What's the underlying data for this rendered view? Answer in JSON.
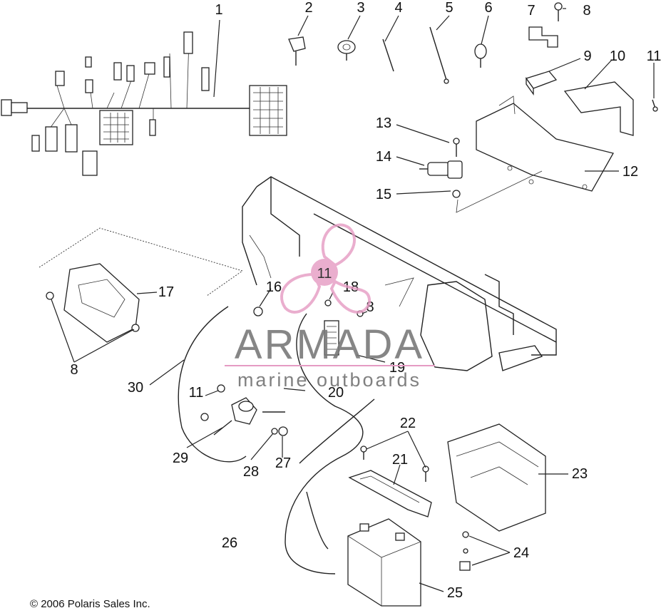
{
  "watermark": {
    "brand": "ARMADA",
    "tagline": "marine outboards",
    "badge": "11",
    "accent_color": "#e59bc3"
  },
  "copyright": "© 2006 Polaris Sales Inc.",
  "callouts": {
    "c1": "1",
    "c2": "2",
    "c3": "3",
    "c4": "4",
    "c5": "5",
    "c6": "6",
    "c7": "7",
    "c8a": "8",
    "c9": "9",
    "c10": "10",
    "c11a": "11",
    "c12": "12",
    "c13": "13",
    "c14": "14",
    "c15": "15",
    "c16": "16",
    "c17": "17",
    "c18": "18",
    "c8b": "8",
    "c19": "19",
    "c8c": "8",
    "c30": "30",
    "c11b": "11",
    "c20": "20",
    "c29": "29",
    "c28": "28",
    "c27": "27",
    "c22": "22",
    "c21": "21",
    "c23": "23",
    "c26": "26",
    "c24": "24",
    "c25": "25"
  }
}
